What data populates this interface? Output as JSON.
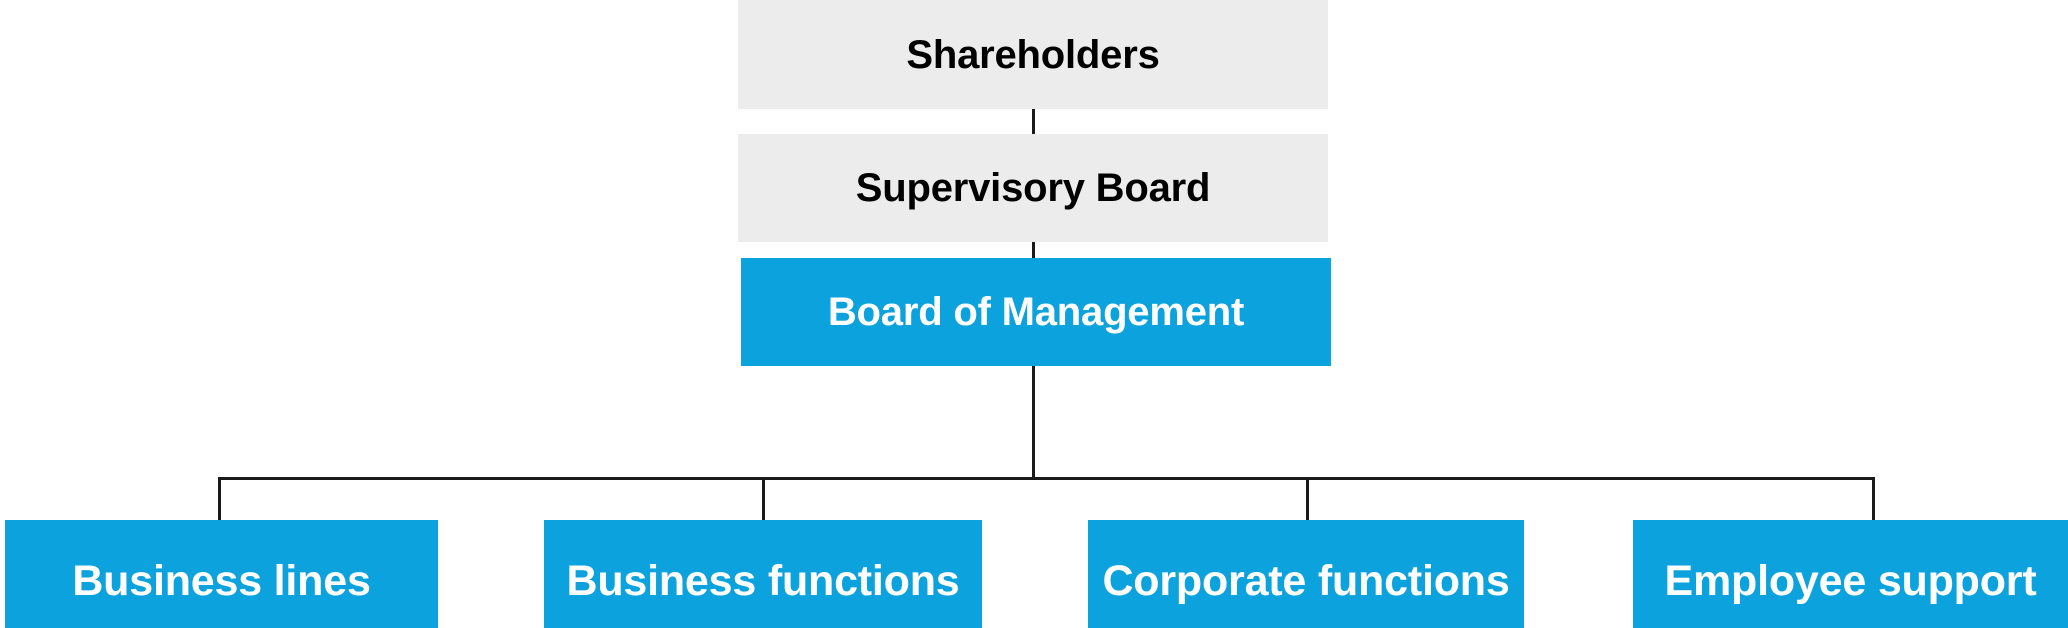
{
  "chart_data": {
    "type": "diagram",
    "diagram_type": "organizational-hierarchy-tree",
    "title": "",
    "orientation": "top-down",
    "levels": 4,
    "colors": {
      "accent_blue": "#0ba2de",
      "neutral_gray": "#edecec",
      "connector": "#1a1a1a",
      "text_on_blue": "#ffffff",
      "text_on_gray": "#000000",
      "background": "#ffffff"
    },
    "nodes": [
      {
        "id": "shareholders",
        "label": "Shareholders",
        "level": 1,
        "style": "gray"
      },
      {
        "id": "supervisory_board",
        "label": "Supervisory Board",
        "level": 2,
        "style": "gray"
      },
      {
        "id": "board_of_management",
        "label": "Board of Management",
        "level": 3,
        "style": "blue"
      },
      {
        "id": "business_lines",
        "label": "Business lines",
        "level": 4,
        "style": "blue"
      },
      {
        "id": "business_functions",
        "label": "Business functions",
        "level": 4,
        "style": "blue"
      },
      {
        "id": "corporate_functions",
        "label": "Corporate functions",
        "level": 4,
        "style": "blue"
      },
      {
        "id": "employee_support",
        "label": "Employee support",
        "level": 4,
        "style": "blue"
      }
    ],
    "edges": [
      {
        "from": "shareholders",
        "to": "supervisory_board"
      },
      {
        "from": "supervisory_board",
        "to": "board_of_management"
      },
      {
        "from": "board_of_management",
        "to": "business_lines"
      },
      {
        "from": "board_of_management",
        "to": "business_functions"
      },
      {
        "from": "board_of_management",
        "to": "corporate_functions"
      },
      {
        "from": "board_of_management",
        "to": "employee_support"
      }
    ]
  },
  "nodes": {
    "shareholders": {
      "label": "Shareholders"
    },
    "supervisory_board": {
      "label": "Supervisory Board"
    },
    "board_of_management": {
      "label": "Board of Management"
    },
    "business_lines": {
      "label": "Business lines"
    },
    "business_functions": {
      "label": "Business functions"
    },
    "corporate_functions": {
      "label": "Corporate functions"
    },
    "employee_support": {
      "label": "Employee support"
    }
  }
}
